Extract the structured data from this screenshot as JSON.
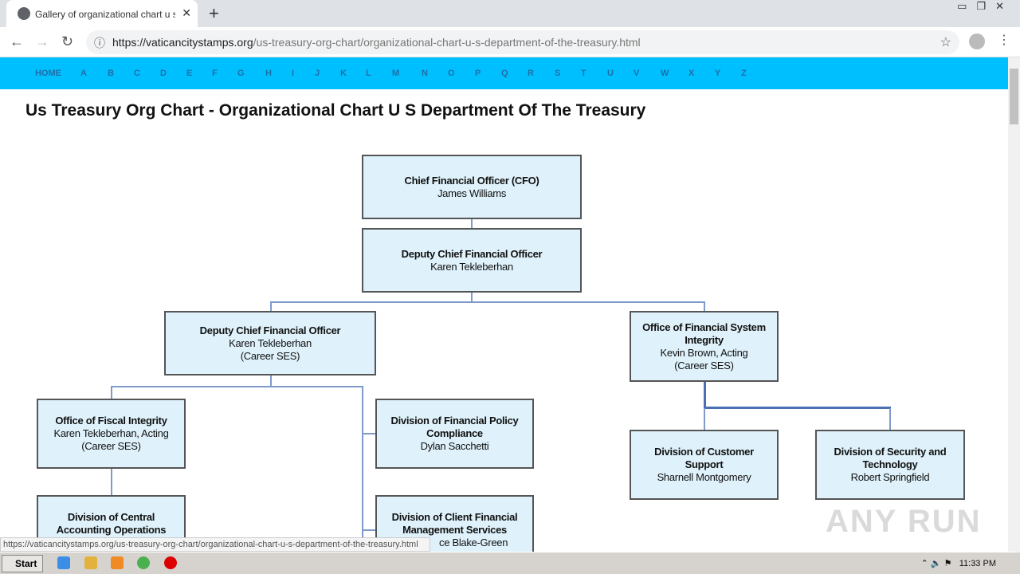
{
  "browser": {
    "tab_title": "Gallery of organizational chart u s de",
    "url_domain": "https://vaticancitystamps.org",
    "url_path": "/us-treasury-org-chart/organizational-chart-u-s-department-of-the-treasury.html"
  },
  "nav": {
    "items": [
      "HOME",
      "A",
      "B",
      "C",
      "D",
      "E",
      "F",
      "G",
      "H",
      "I",
      "J",
      "K",
      "L",
      "M",
      "N",
      "O",
      "P",
      "Q",
      "R",
      "S",
      "T",
      "U",
      "V",
      "W",
      "X",
      "Y",
      "Z"
    ]
  },
  "page": {
    "title": "Us Treasury Org Chart - Organizational Chart U S Department Of The Treasury"
  },
  "org": [
    {
      "title": "Chief Financial Officer (CFO)",
      "lines": [
        "James Williams"
      ]
    },
    {
      "title": "Deputy Chief Financial Officer",
      "lines": [
        "Karen Tekleberhan"
      ]
    },
    {
      "title": "Deputy Chief Financial Officer",
      "lines": [
        "Karen Tekleberhan",
        "(Career SES)"
      ]
    },
    {
      "title": "Office of Financial System Integrity",
      "lines": [
        "Kevin Brown, Acting",
        "(Career SES)"
      ]
    },
    {
      "title": "Office of Fiscal Integrity",
      "lines": [
        "Karen Tekleberhan, Acting",
        "(Career SES)"
      ]
    },
    {
      "title": "Division of Financial Policy Compliance",
      "lines": [
        "Dylan Sacchetti"
      ]
    },
    {
      "title": "Division of Customer Support",
      "lines": [
        "Sharnell Montgomery"
      ]
    },
    {
      "title": "Division of Security and Technology",
      "lines": [
        "Robert Springfield"
      ]
    },
    {
      "title": "Division of Central Accounting Operations",
      "lines": []
    },
    {
      "title": "Division of Client Financial Management Services",
      "lines": [
        "ce Blake-Green"
      ]
    }
  ],
  "status_url": "https://vaticancitystamps.org/us-treasury-org-chart/organizational-chart-u-s-department-of-the-treasury.html",
  "taskbar": {
    "start": "Start",
    "clock": "11:33 PM"
  },
  "watermark": "ANY RUN"
}
